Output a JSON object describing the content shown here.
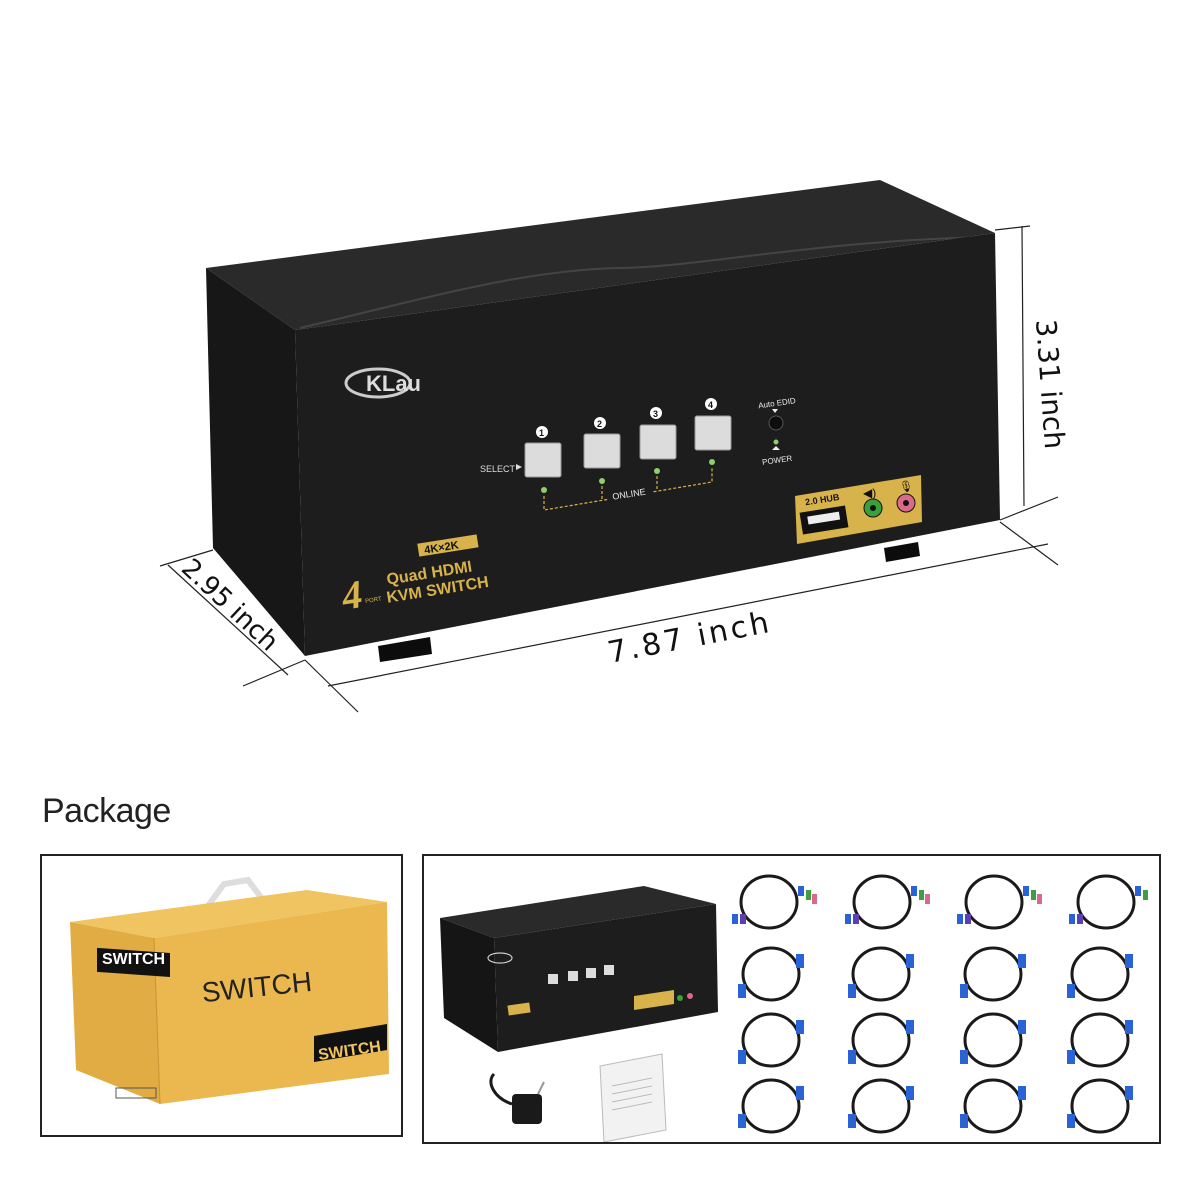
{
  "product": {
    "brand": "KLau",
    "badge": "4K×2K",
    "title_line1": "Quad HDMI",
    "title_line2": "KVM SWITCH",
    "port_number": "4",
    "port_word": "PORT",
    "select_label": "SELECT",
    "online_label": "ONLINE",
    "buttons": [
      "1",
      "2",
      "3",
      "4"
    ],
    "auto_edid_label": "Auto EDID",
    "power_label": "POWER",
    "hub_label": "2.0 HUB"
  },
  "dimensions": {
    "width": "7.87 inch",
    "depth": "2.95 inch",
    "height": "3.31 inch"
  },
  "package": {
    "title": "Package",
    "box_text_main": "SWITCH",
    "box_text_corner": "SWITCH",
    "box_text_side": "SWITCH"
  },
  "colors": {
    "body": "#1c1c1c",
    "gold": "#d8b24a",
    "box": "#e9b64e",
    "cable_blue": "#2a63d6",
    "cable_purple": "#5b3fb3",
    "cable_green": "#3f9e3f",
    "cable_pink": "#d96a8a"
  }
}
